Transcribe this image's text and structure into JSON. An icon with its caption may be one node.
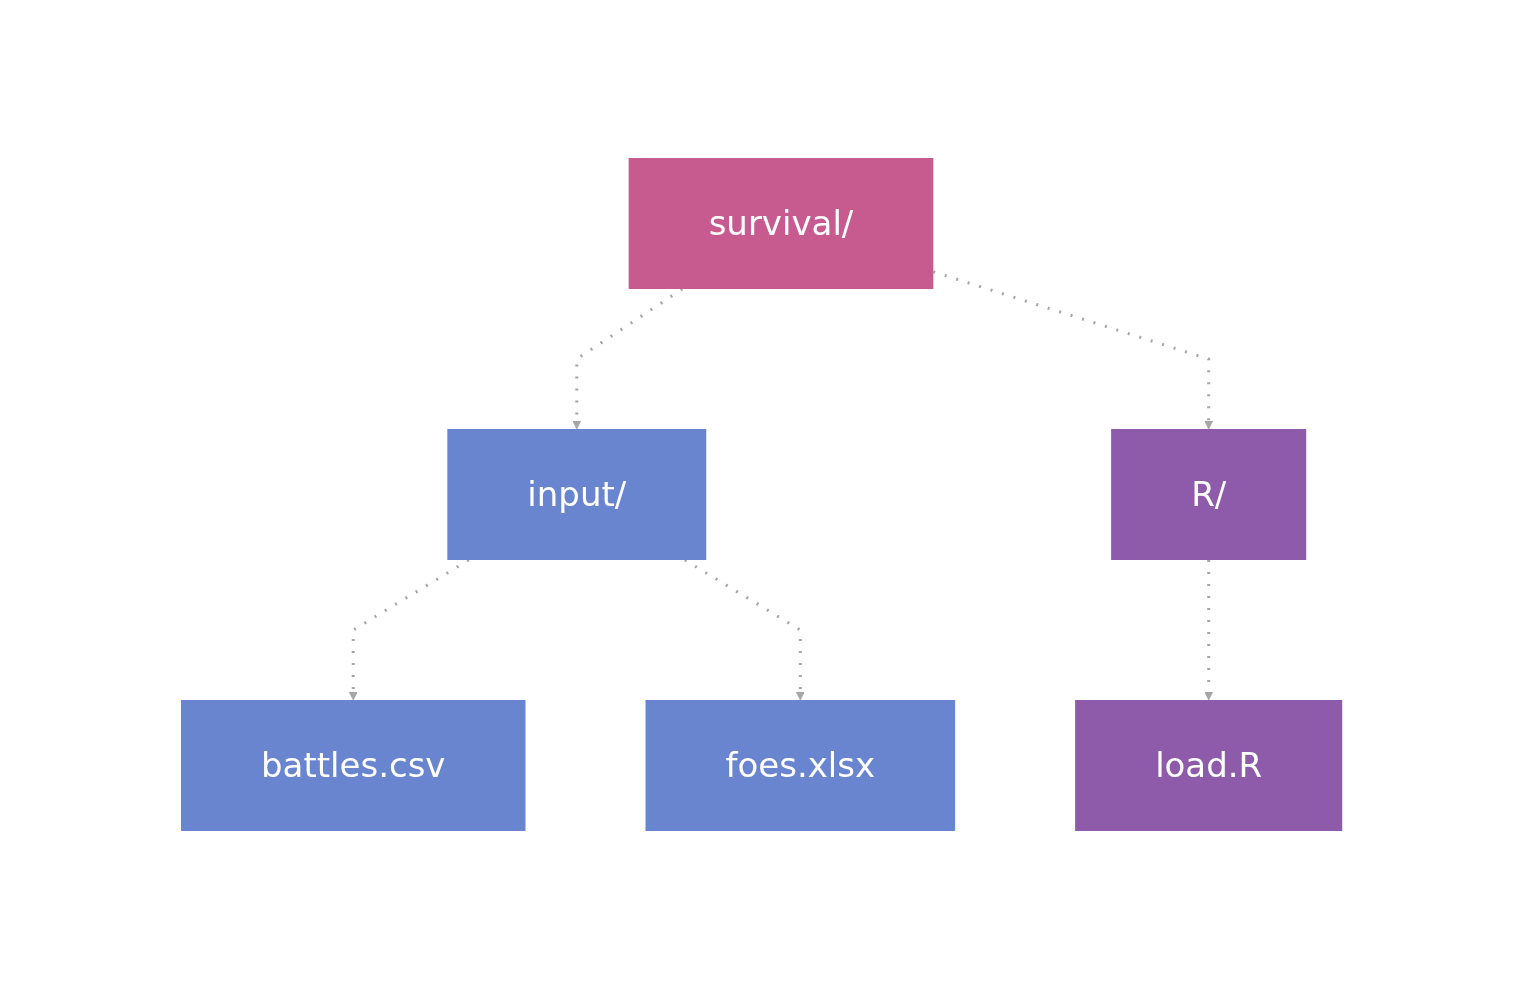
{
  "diagram": {
    "nodes": [
      {
        "text": [
          "survival/"
        ]
      },
      {
        "text": [
          "input/"
        ]
      },
      {
        "text": [
          "R/"
        ]
      },
      {
        "text": [
          "battles.csv"
        ]
      },
      {
        "text": [
          "foes.xlsx"
        ]
      },
      {
        "text": [
          "load.R"
        ]
      }
    ],
    "edges": [
      {
        "from": 0,
        "to": 1,
        "arrow": "to",
        "style": "dashed"
      },
      {
        "from": 0,
        "to": 2,
        "arrow": "to",
        "style": "dashed"
      },
      {
        "from": 1,
        "to": 3,
        "arrow": "to",
        "style": "dashed"
      },
      {
        "from": 1,
        "to": 4,
        "arrow": "to",
        "style": "dashed"
      },
      {
        "from": 2,
        "to": 5,
        "arrow": "to",
        "style": "dashed"
      }
    ]
  }
}
